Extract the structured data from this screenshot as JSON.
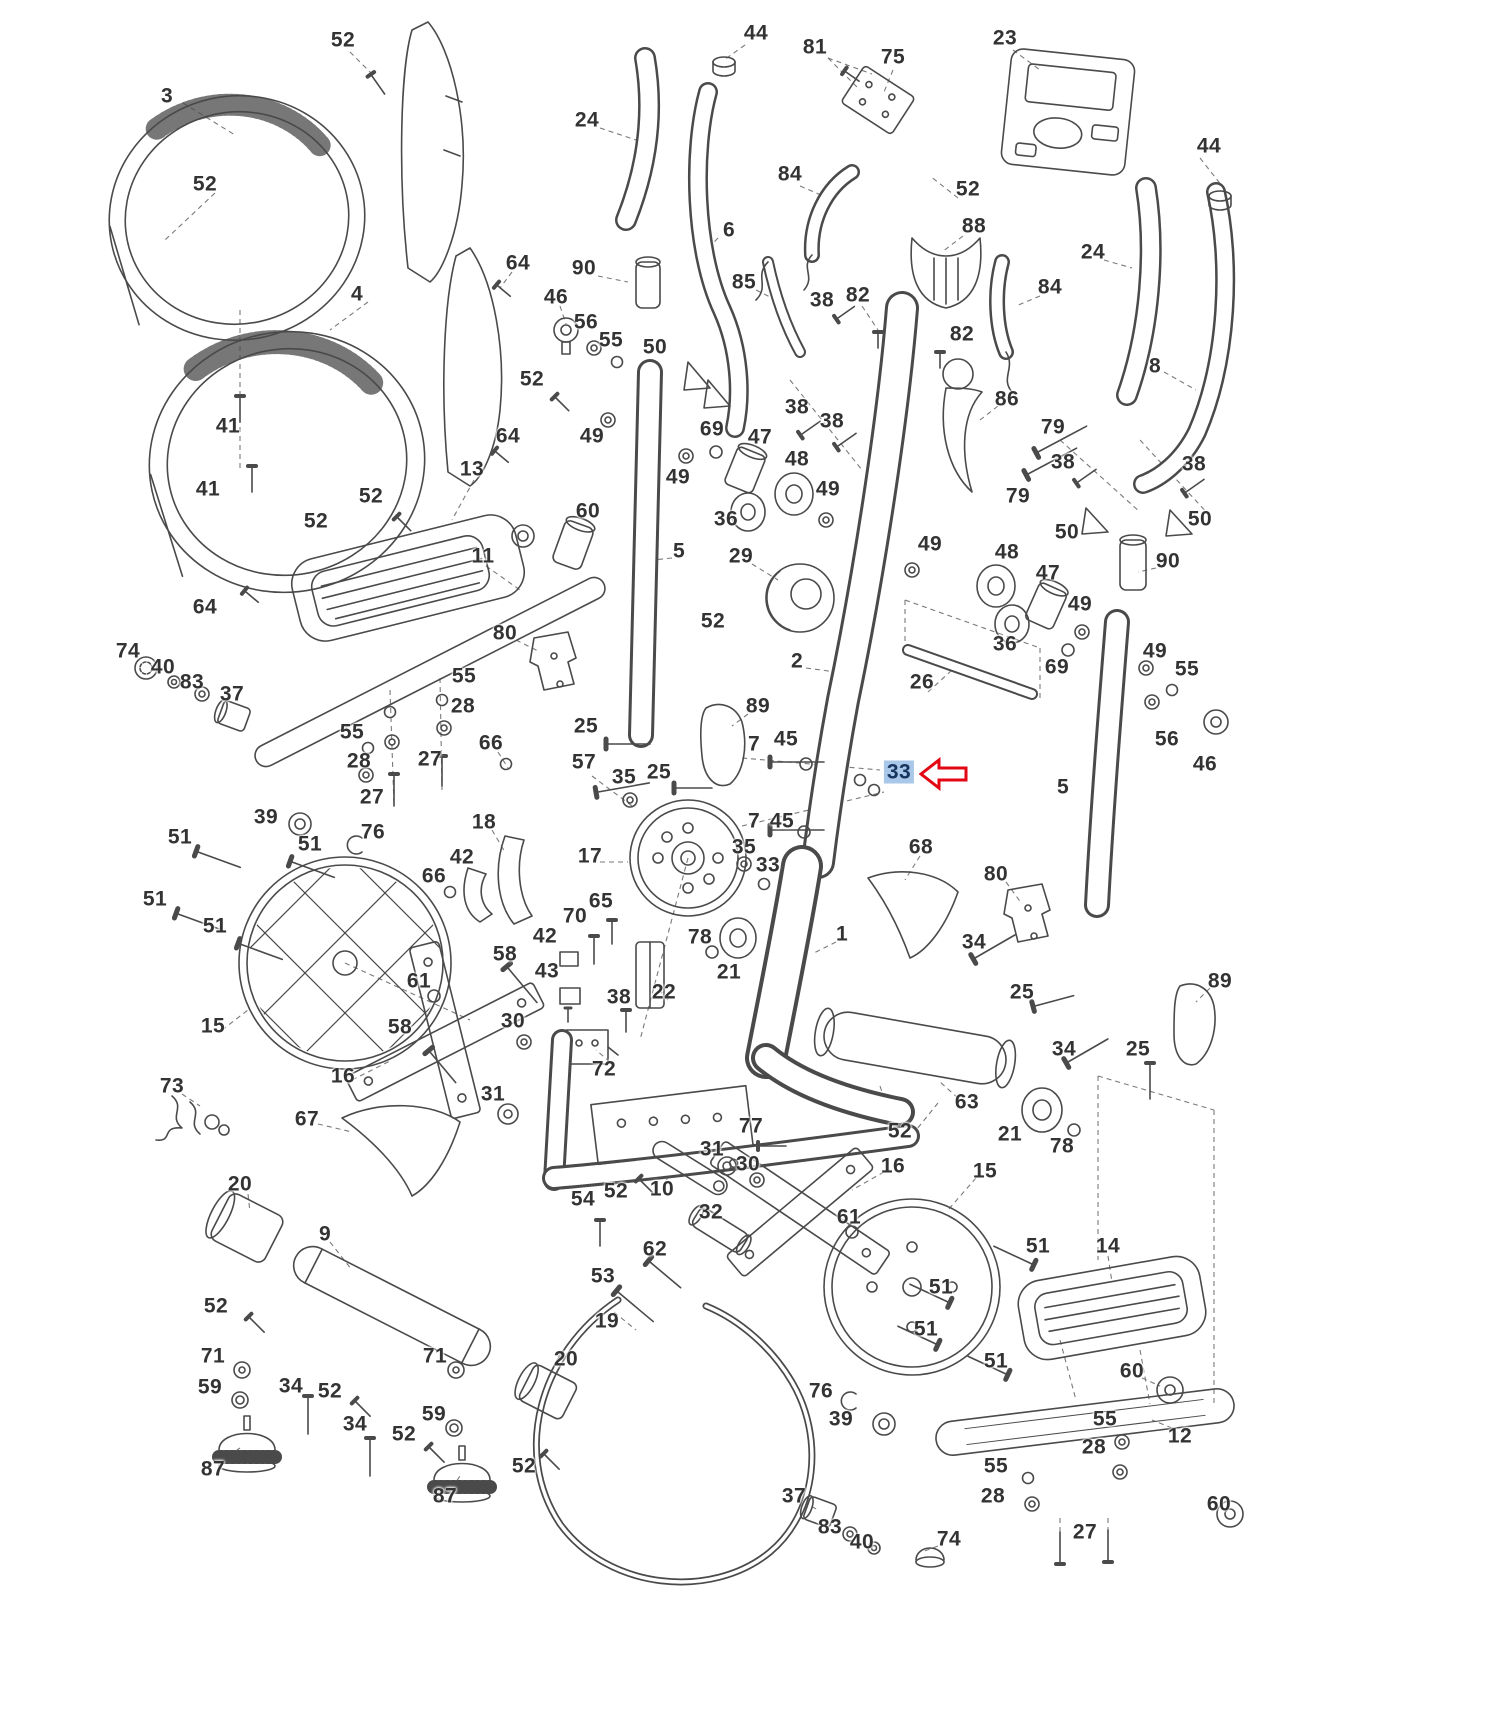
{
  "diagram": {
    "type": "exploded-parts-diagram",
    "highlight": {
      "part": "33",
      "highlight_color": "#a9c7e8",
      "arrow_color": "#e30613"
    },
    "labels": [
      [
        "52",
        343,
        40
      ],
      [
        "44",
        756,
        33
      ],
      [
        "81",
        815,
        47
      ],
      [
        "75",
        893,
        57
      ],
      [
        "23",
        1005,
        38
      ],
      [
        "3",
        167,
        96
      ],
      [
        "24",
        587,
        120
      ],
      [
        "44",
        1209,
        146
      ],
      [
        "52",
        205,
        184
      ],
      [
        "84",
        790,
        174
      ],
      [
        "6",
        729,
        230
      ],
      [
        "52",
        968,
        189
      ],
      [
        "88",
        974,
        226
      ],
      [
        "24",
        1093,
        252
      ],
      [
        "64",
        518,
        263
      ],
      [
        "90",
        584,
        268
      ],
      [
        "85",
        744,
        282
      ],
      [
        "82",
        858,
        295
      ],
      [
        "38",
        822,
        300
      ],
      [
        "84",
        1050,
        287
      ],
      [
        "46",
        556,
        297
      ],
      [
        "4",
        357,
        294
      ],
      [
        "56",
        586,
        322
      ],
      [
        "55",
        611,
        340
      ],
      [
        "50",
        655,
        347
      ],
      [
        "82",
        962,
        334
      ],
      [
        "8",
        1155,
        366
      ],
      [
        "52",
        532,
        379
      ],
      [
        "86",
        1007,
        399
      ],
      [
        "38",
        797,
        407
      ],
      [
        "38",
        832,
        421
      ],
      [
        "79",
        1053,
        427
      ],
      [
        "41",
        228,
        426
      ],
      [
        "49",
        592,
        436
      ],
      [
        "69",
        712,
        429
      ],
      [
        "47",
        760,
        437
      ],
      [
        "64",
        508,
        436
      ],
      [
        "38",
        1063,
        462
      ],
      [
        "38",
        1194,
        464
      ],
      [
        "48",
        797,
        459
      ],
      [
        "13",
        472,
        469
      ],
      [
        "49",
        678,
        477
      ],
      [
        "52",
        371,
        496
      ],
      [
        "49",
        828,
        489
      ],
      [
        "79",
        1018,
        496
      ],
      [
        "41",
        208,
        489
      ],
      [
        "36",
        726,
        519
      ],
      [
        "50",
        1067,
        532
      ],
      [
        "50",
        1200,
        519
      ],
      [
        "52",
        316,
        521
      ],
      [
        "60",
        588,
        511
      ],
      [
        "29",
        741,
        556
      ],
      [
        "49",
        930,
        544
      ],
      [
        "48",
        1007,
        552
      ],
      [
        "47",
        1048,
        573
      ],
      [
        "90",
        1168,
        561
      ],
      [
        "11",
        483,
        556
      ],
      [
        "5",
        679,
        551
      ],
      [
        "52",
        713,
        621
      ],
      [
        "64",
        205,
        607
      ],
      [
        "80",
        505,
        633
      ],
      [
        "2",
        797,
        661
      ],
      [
        "26",
        922,
        682
      ],
      [
        "36",
        1005,
        644
      ],
      [
        "49",
        1080,
        604
      ],
      [
        "74",
        128,
        651
      ],
      [
        "40",
        163,
        667
      ],
      [
        "83",
        192,
        682
      ],
      [
        "37",
        232,
        694
      ],
      [
        "55",
        464,
        676
      ],
      [
        "69",
        1057,
        667
      ],
      [
        "49",
        1155,
        651
      ],
      [
        "55",
        1187,
        669
      ],
      [
        "28",
        463,
        706
      ],
      [
        "25",
        586,
        726
      ],
      [
        "89",
        758,
        706
      ],
      [
        "56",
        1167,
        739
      ],
      [
        "46",
        1205,
        764
      ],
      [
        "55",
        352,
        732
      ],
      [
        "7",
        754,
        744
      ],
      [
        "45",
        786,
        739
      ],
      [
        "28",
        359,
        761
      ],
      [
        "27",
        430,
        759
      ],
      [
        "25",
        659,
        772
      ],
      [
        "66",
        491,
        743
      ],
      [
        "57",
        584,
        762
      ],
      [
        "35",
        624,
        777
      ],
      [
        "33",
        899,
        772,
        1
      ],
      [
        "5",
        1063,
        787
      ],
      [
        "27",
        372,
        797
      ],
      [
        "39",
        266,
        817
      ],
      [
        "76",
        373,
        832
      ],
      [
        "7",
        754,
        821
      ],
      [
        "45",
        782,
        821
      ],
      [
        "68",
        921,
        847
      ],
      [
        "51",
        180,
        837
      ],
      [
        "51",
        310,
        844
      ],
      [
        "18",
        484,
        822
      ],
      [
        "42",
        462,
        857
      ],
      [
        "17",
        590,
        856
      ],
      [
        "35",
        744,
        847
      ],
      [
        "33",
        768,
        865
      ],
      [
        "80",
        996,
        874
      ],
      [
        "51",
        155,
        899
      ],
      [
        "51",
        215,
        926
      ],
      [
        "66",
        434,
        876
      ],
      [
        "65",
        601,
        901
      ],
      [
        "70",
        575,
        916
      ],
      [
        "42",
        545,
        936
      ],
      [
        "78",
        700,
        937
      ],
      [
        "21",
        729,
        972
      ],
      [
        "1",
        842,
        934
      ],
      [
        "34",
        974,
        942
      ],
      [
        "43",
        547,
        971
      ],
      [
        "25",
        1022,
        992
      ],
      [
        "89",
        1220,
        981
      ],
      [
        "58",
        505,
        954
      ],
      [
        "61",
        419,
        981
      ],
      [
        "38",
        619,
        997
      ],
      [
        "22",
        664,
        992
      ],
      [
        "15",
        213,
        1026
      ],
      [
        "58",
        400,
        1027
      ],
      [
        "30",
        513,
        1021
      ],
      [
        "34",
        1064,
        1049
      ],
      [
        "25",
        1138,
        1049
      ],
      [
        "31",
        493,
        1094
      ],
      [
        "16",
        343,
        1076
      ],
      [
        "72",
        604,
        1069
      ],
      [
        "63",
        967,
        1102
      ],
      [
        "21",
        1010,
        1134
      ],
      [
        "78",
        1062,
        1146
      ],
      [
        "73",
        172,
        1086
      ],
      [
        "67",
        307,
        1119
      ],
      [
        "52",
        900,
        1131
      ],
      [
        "77",
        751,
        1126
      ],
      [
        "31",
        712,
        1149
      ],
      [
        "30",
        748,
        1164
      ],
      [
        "10",
        662,
        1189
      ],
      [
        "52",
        616,
        1191
      ],
      [
        "16",
        893,
        1166
      ],
      [
        "61",
        849,
        1217
      ],
      [
        "15",
        985,
        1171
      ],
      [
        "20",
        240,
        1184
      ],
      [
        "9",
        325,
        1234
      ],
      [
        "54",
        583,
        1199
      ],
      [
        "32",
        711,
        1212
      ],
      [
        "62",
        655,
        1249
      ],
      [
        "53",
        603,
        1276
      ],
      [
        "51",
        1038,
        1246
      ],
      [
        "51",
        941,
        1287
      ],
      [
        "14",
        1108,
        1246
      ],
      [
        "19",
        607,
        1321
      ],
      [
        "51",
        926,
        1329
      ],
      [
        "51",
        996,
        1361
      ],
      [
        "52",
        216,
        1306
      ],
      [
        "71",
        213,
        1356
      ],
      [
        "59",
        210,
        1387
      ],
      [
        "34",
        291,
        1386
      ],
      [
        "52",
        330,
        1391
      ],
      [
        "34",
        355,
        1424
      ],
      [
        "20",
        566,
        1359
      ],
      [
        "71",
        435,
        1356
      ],
      [
        "59",
        434,
        1414
      ],
      [
        "52",
        404,
        1434
      ],
      [
        "87",
        213,
        1469
      ],
      [
        "52",
        524,
        1466
      ],
      [
        "87",
        445,
        1496
      ],
      [
        "76",
        821,
        1391
      ],
      [
        "39",
        841,
        1419
      ],
      [
        "60",
        1132,
        1371
      ],
      [
        "12",
        1180,
        1436
      ],
      [
        "55",
        1105,
        1419
      ],
      [
        "37",
        794,
        1496
      ],
      [
        "28",
        1094,
        1447
      ],
      [
        "55",
        996,
        1466
      ],
      [
        "83",
        830,
        1527
      ],
      [
        "40",
        862,
        1542
      ],
      [
        "28",
        993,
        1496
      ],
      [
        "27",
        1085,
        1532
      ],
      [
        "74",
        949,
        1539
      ],
      [
        "60",
        1219,
        1504
      ]
    ]
  }
}
